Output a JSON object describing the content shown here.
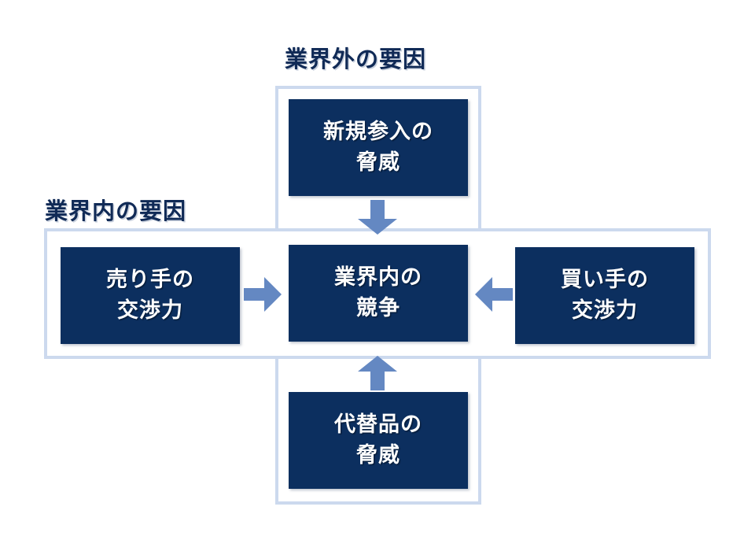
{
  "diagram": {
    "title_visible": false,
    "colors": {
      "box_fill": "#0c2f5f",
      "box_text": "#ffffff",
      "frame_border": "#ccd9ee",
      "arrow_fill": "#6488c2",
      "label_text": "#102a56",
      "background": "#ffffff"
    },
    "labels": [
      {
        "id": "outside",
        "text": "業界外の要因"
      },
      {
        "id": "inside",
        "text": "業界内の要因"
      }
    ],
    "frames": [
      {
        "id": "frame-vertical",
        "name": "external-factors-frame"
      },
      {
        "id": "frame-horizontal",
        "name": "internal-factors-frame"
      }
    ],
    "forces": [
      {
        "id": "new-entrants",
        "line1": "新規参入の",
        "line2": "脅威",
        "position": "top"
      },
      {
        "id": "suppliers",
        "line1": "売り手の",
        "line2": "交渉力",
        "position": "left"
      },
      {
        "id": "rivalry",
        "line1": "業界内の",
        "line2": "競争",
        "position": "center"
      },
      {
        "id": "buyers",
        "line1": "買い手の",
        "line2": "交渉力",
        "position": "right"
      },
      {
        "id": "substitutes",
        "line1": "代替品の",
        "line2": "脅威",
        "position": "bottom"
      }
    ],
    "arrows": [
      {
        "id": "arrow-down",
        "direction": "down",
        "from": "new-entrants",
        "to": "rivalry"
      },
      {
        "id": "arrow-right",
        "direction": "right",
        "from": "suppliers",
        "to": "rivalry"
      },
      {
        "id": "arrow-left",
        "direction": "left",
        "from": "buyers",
        "to": "rivalry"
      },
      {
        "id": "arrow-up",
        "direction": "up",
        "from": "substitutes",
        "to": "rivalry"
      }
    ]
  }
}
